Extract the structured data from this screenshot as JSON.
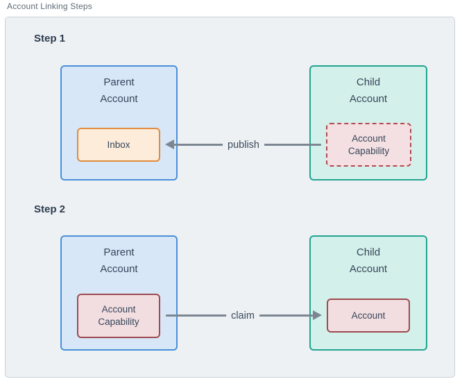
{
  "diagram": {
    "title": "Account Linking Steps"
  },
  "step1": {
    "heading": "Step 1",
    "parent": {
      "title_line1": "Parent",
      "title_line2": "Account",
      "inner_label": "Inbox"
    },
    "child": {
      "title_line1": "Child",
      "title_line2": "Account",
      "inner_label_line1": "Account",
      "inner_label_line2": "Capability"
    },
    "arrow_label": "publish",
    "arrow_direction": "left"
  },
  "step2": {
    "heading": "Step 2",
    "parent": {
      "title_line1": "Parent",
      "title_line2": "Account",
      "inner_label_line1": "Account",
      "inner_label_line2": "Capability"
    },
    "child": {
      "title_line1": "Child",
      "title_line2": "Account",
      "inner_label": "Account"
    },
    "arrow_label": "claim",
    "arrow_direction": "right"
  },
  "colors": {
    "panel_bg": "#edf1f4",
    "panel_border": "#c8d1d9",
    "parent_account_fill": "#d7e7f8",
    "parent_account_border": "#4a90d9",
    "child_account_fill": "#d3f0ea",
    "child_account_border": "#22a492",
    "inbox_fill": "#fdecd9",
    "inbox_border": "#e08a3d",
    "capability_fill": "#f2dee0",
    "capability_dashed_border": "#b04a52",
    "capability_solid_border": "#9d4a50",
    "arrow": "#7b8692",
    "text": "#36455a"
  }
}
